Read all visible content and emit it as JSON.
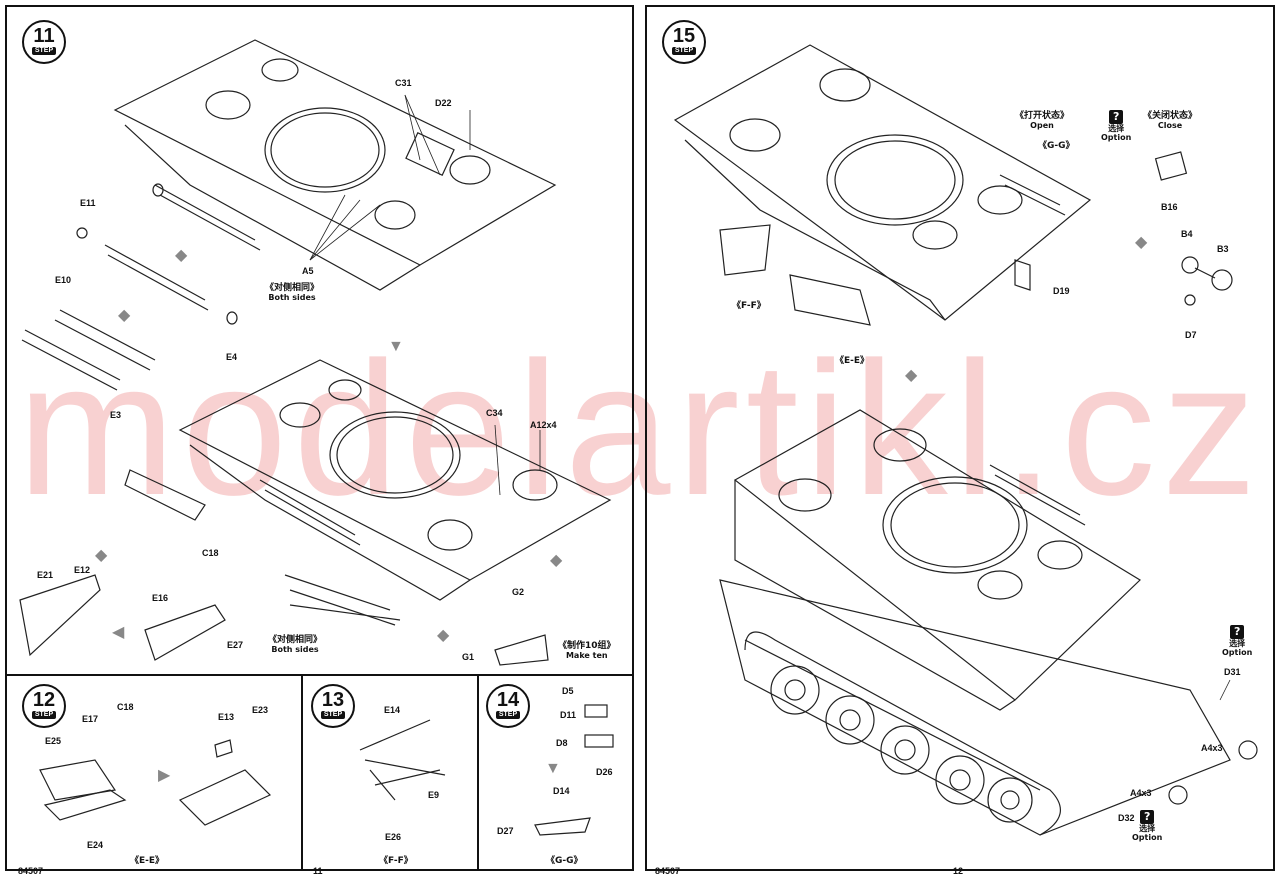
{
  "watermark": "modelartikl.cz",
  "page_left": {
    "step11": {
      "number": "11",
      "step_label": "STEP",
      "parts": [
        "E11",
        "E10",
        "E3",
        "E4",
        "C31",
        "D22",
        "A5",
        "C34",
        "A12x4",
        "C18",
        "E21",
        "E12",
        "E16",
        "E27",
        "G2",
        "G1"
      ],
      "both_sides_cn": "《对侧相同》",
      "both_sides_en": "Both sides",
      "make_ten_cn": "《制作10组》",
      "make_ten_en": "Make ten"
    },
    "step12": {
      "number": "12",
      "step_label": "STEP",
      "parts": [
        "E25",
        "E17",
        "C18",
        "E24",
        "E13",
        "E23"
      ],
      "caption": "《E-E》"
    },
    "step13": {
      "number": "13",
      "step_label": "STEP",
      "parts": [
        "E14",
        "E9",
        "E26"
      ],
      "caption": "《F-F》"
    },
    "step14": {
      "number": "14",
      "step_label": "STEP",
      "parts": [
        "D5",
        "D11",
        "D8",
        "D26",
        "D14",
        "D27"
      ],
      "caption": "《G-G》"
    },
    "footer_left": "84507",
    "page_number": "11"
  },
  "page_right": {
    "step15": {
      "number": "15",
      "step_label": "STEP",
      "open_cn": "《打开状态》",
      "open_en": "Open",
      "close_cn": "《关闭状态》",
      "close_en": "Close",
      "option_cn": "选择",
      "option_en": "Option",
      "option_icon": "?",
      "gg_label": "《G-G》",
      "ff_label": "《F-F》",
      "ee_label": "《E-E》",
      "parts": [
        "D19",
        "B16",
        "B4",
        "B3",
        "D7",
        "D31",
        "A4x3",
        "D32"
      ]
    },
    "footer_left": "84507",
    "page_number": "12"
  }
}
